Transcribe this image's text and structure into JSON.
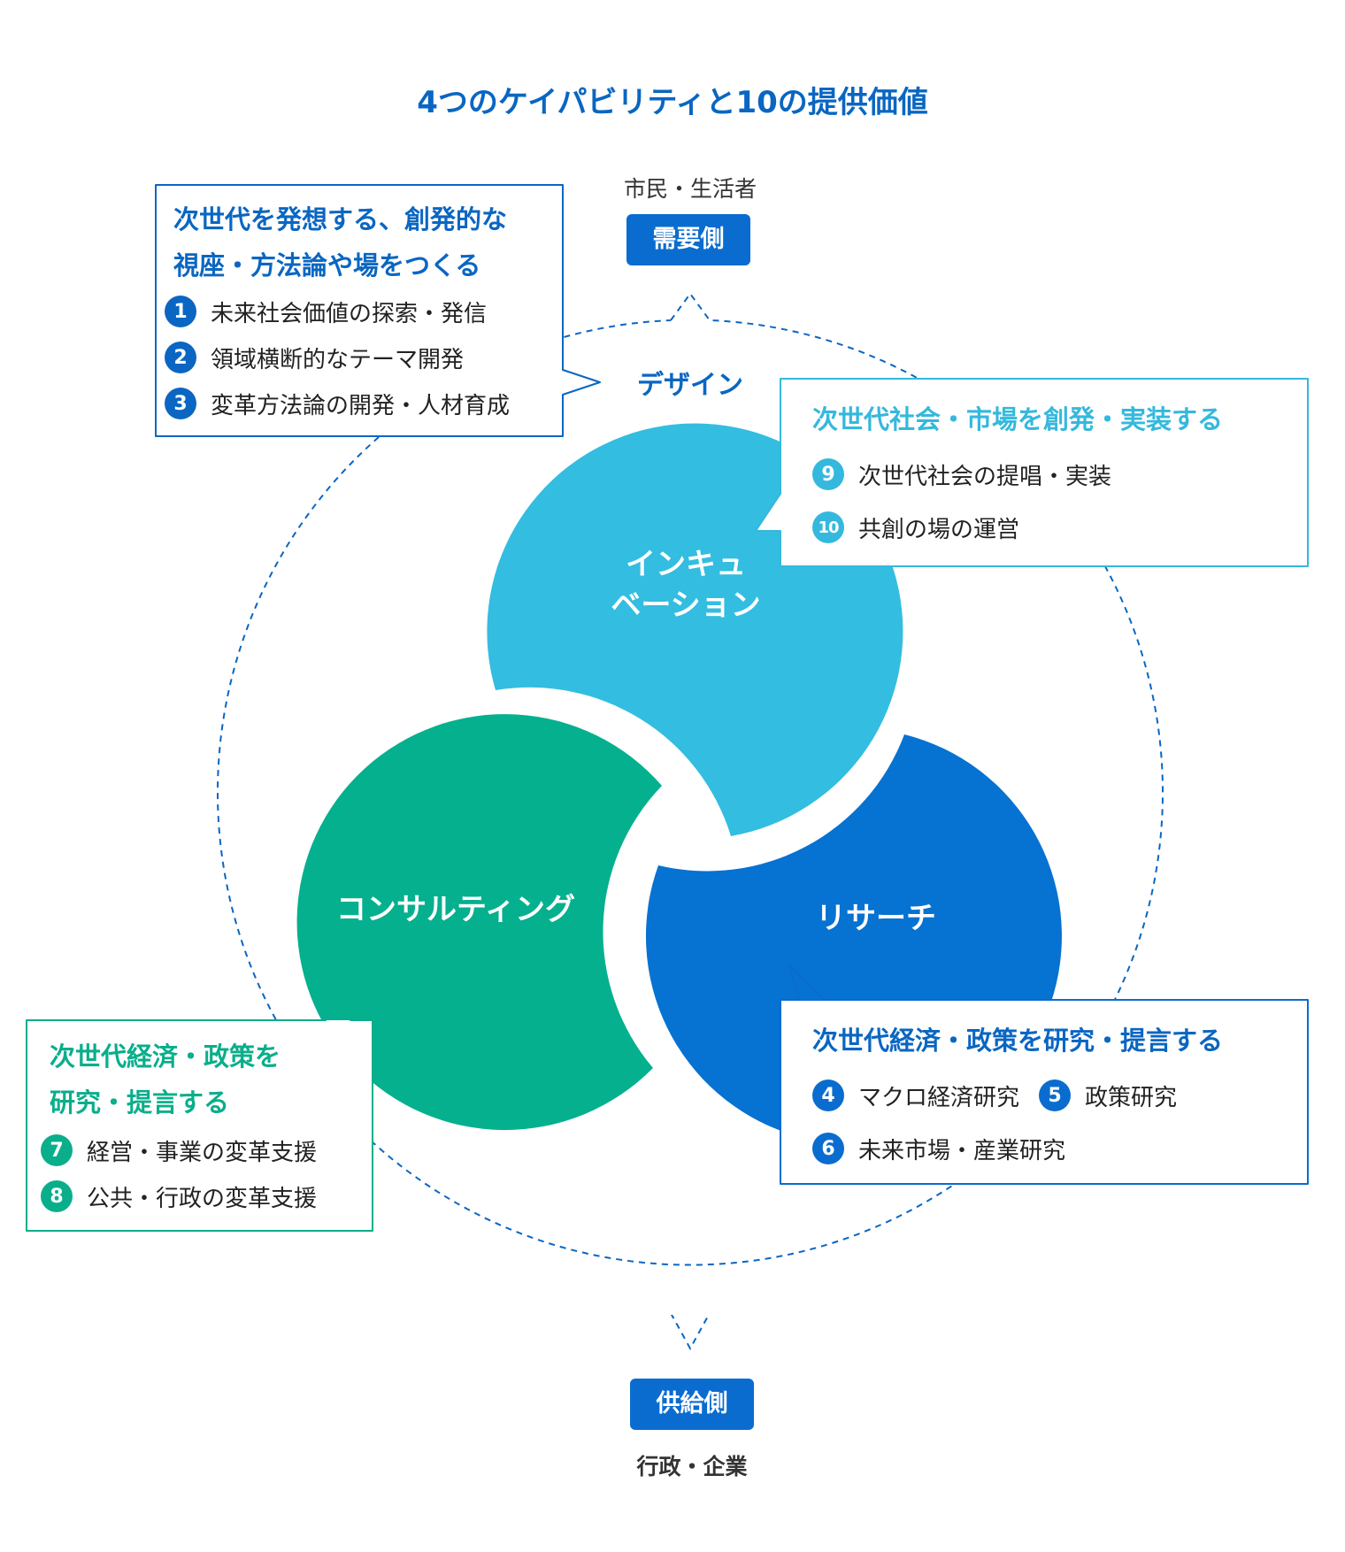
{
  "title": "4つのケイパビリティと10の提供価値",
  "demand": {
    "sublabel": "市民・生活者",
    "pill": "需要側"
  },
  "supply": {
    "pill": "供給側",
    "sublabel": "行政・企業"
  },
  "ring_label": "デザイン",
  "blobs": {
    "incubation": {
      "line1": "インキュ",
      "line2": "ベーション"
    },
    "research": "リサーチ",
    "consulting": "コンサルティング"
  },
  "cards": {
    "design": {
      "title_line1": "次世代を発想する、創発的な",
      "title_line2": "視座・方法論や場をつくる",
      "items": [
        {
          "num": "1",
          "text": "未来社会価値の探索・発信"
        },
        {
          "num": "2",
          "text": "領域横断的なテーマ開発"
        },
        {
          "num": "3",
          "text": "変革方法論の開発・人材育成"
        }
      ]
    },
    "incubation": {
      "title": "次世代社会・市場を創発・実装する",
      "items": [
        {
          "num": "9",
          "text": "次世代社会の提唱・実装"
        },
        {
          "num": "10",
          "text": "共創の場の運営"
        }
      ]
    },
    "research": {
      "title": "次世代経済・政策を研究・提言する",
      "items": [
        {
          "num": "4",
          "text": "マクロ経済研究"
        },
        {
          "num": "5",
          "text": "政策研究"
        },
        {
          "num": "6",
          "text": "未来市場・産業研究"
        }
      ]
    },
    "consulting": {
      "title_line1": "次世代経済・政策を",
      "title_line2": "研究・提言する",
      "items": [
        {
          "num": "7",
          "text": "経営・事業の変革支援"
        },
        {
          "num": "8",
          "text": "公共・行政の変革支援"
        }
      ]
    }
  },
  "colors": {
    "design_blue": "#0a66c2",
    "incubation_cyan": "#35b8dd",
    "research_blue": "#0a6ccf",
    "consulting_green": "#0aae8b"
  }
}
